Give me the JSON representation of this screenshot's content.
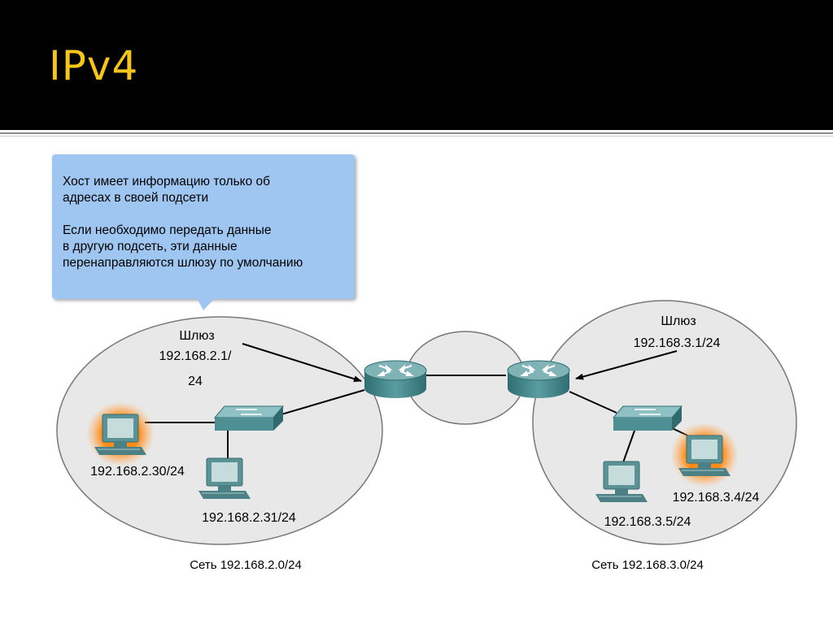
{
  "slide": {
    "title": "IPv4"
  },
  "callout": {
    "paragraph1": "Хост имеет информацию только об\nадресах в своей подсети",
    "paragraph2": "Если необходимо передать данные\nв другую подсеть, эти данные\nперенаправляются шлюзу по умолчанию"
  },
  "left_network": {
    "gateway_label": "Шлюз",
    "gateway_ip_line1": "192.168.2.1/",
    "gateway_ip_line2": "24",
    "host1_ip": "192.168.2.30/24",
    "host2_ip": "192.168.2.31/24",
    "subnet_label": "Сеть 192.168.2.0/24"
  },
  "right_network": {
    "gateway_label": "Шлюз",
    "gateway_ip": "192.168.3.1/24",
    "host1_ip": "192.168.3.4/24",
    "host2_ip": "192.168.3.5/24",
    "subnet_label": "Сеть 192.168.3.0/24"
  },
  "colors": {
    "title": "#f5c518",
    "callout": "#9fc6f1",
    "device": "#4b8a8e",
    "highlight": "#ff8c1a"
  }
}
